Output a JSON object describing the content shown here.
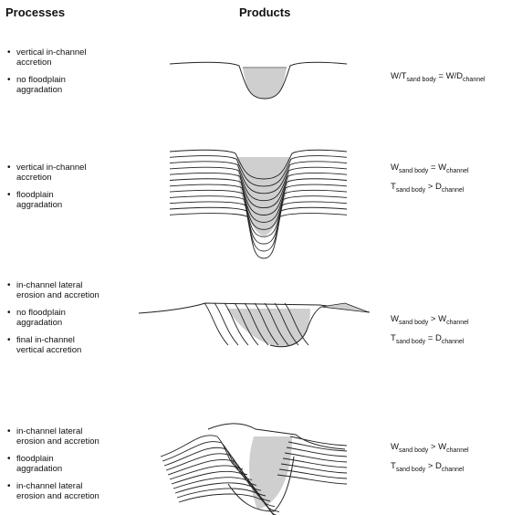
{
  "headers": {
    "processes": "Processes",
    "products": "Products"
  },
  "rows": [
    {
      "processes": [
        [
          "vertical in-channel",
          "accretion"
        ],
        [
          "no floodplain",
          "aggradation"
        ]
      ],
      "equations": [
        {
          "a": "W/T",
          "a_sub": "sand body",
          "op": " = ",
          "b": "W/D",
          "b_sub": "channel"
        }
      ]
    },
    {
      "processes": [
        [
          "vertical in-channel",
          "accretion"
        ],
        [
          "floodplain",
          "aggradation"
        ]
      ],
      "equations": [
        {
          "a": "W",
          "a_sub": "sand body",
          "op": " = ",
          "b": "W",
          "b_sub": "channel"
        },
        {
          "a": "T",
          "a_sub": "sand body",
          "op": " > ",
          "b": "D",
          "b_sub": "channel"
        }
      ]
    },
    {
      "processes": [
        [
          "in-channel lateral",
          "erosion and accretion"
        ],
        [
          "no floodplain",
          "aggradation"
        ],
        [
          "final in-channel",
          "vertical accretion"
        ]
      ],
      "equations": [
        {
          "a": "W",
          "a_sub": "sand body",
          "op": " > ",
          "b": "W",
          "b_sub": "channel"
        },
        {
          "a": "T",
          "a_sub": "sand body",
          "op": " = ",
          "b": "D",
          "b_sub": "channel"
        }
      ]
    },
    {
      "processes": [
        [
          "in-channel lateral",
          "erosion and accretion"
        ],
        [
          "floodplain",
          "aggradation"
        ],
        [
          "in-channel lateral",
          "erosion and accretion"
        ]
      ],
      "equations": [
        {
          "a": "W",
          "a_sub": "sand body",
          "op": " > ",
          "b": "W",
          "b_sub": "channel"
        },
        {
          "a": "T",
          "a_sub": "sand body",
          "op": " > ",
          "b": "D",
          "b_sub": "channel"
        }
      ]
    }
  ],
  "colors": {
    "line": "#222222",
    "sand_fill": "#cfcfcf"
  }
}
